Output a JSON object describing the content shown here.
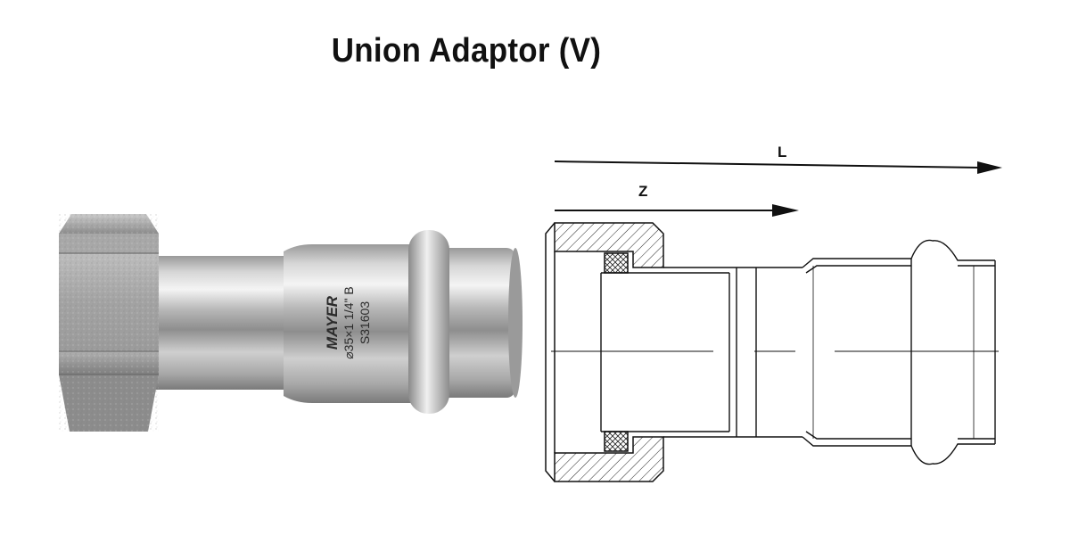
{
  "title": "Union Adaptor (V)",
  "photo": {
    "brand": "MAYER",
    "marking_size": "⌀35×1 1/4\" B",
    "marking_grade": "S31603"
  },
  "drawing": {
    "dim_L": "L",
    "dim_Z": "Z"
  }
}
